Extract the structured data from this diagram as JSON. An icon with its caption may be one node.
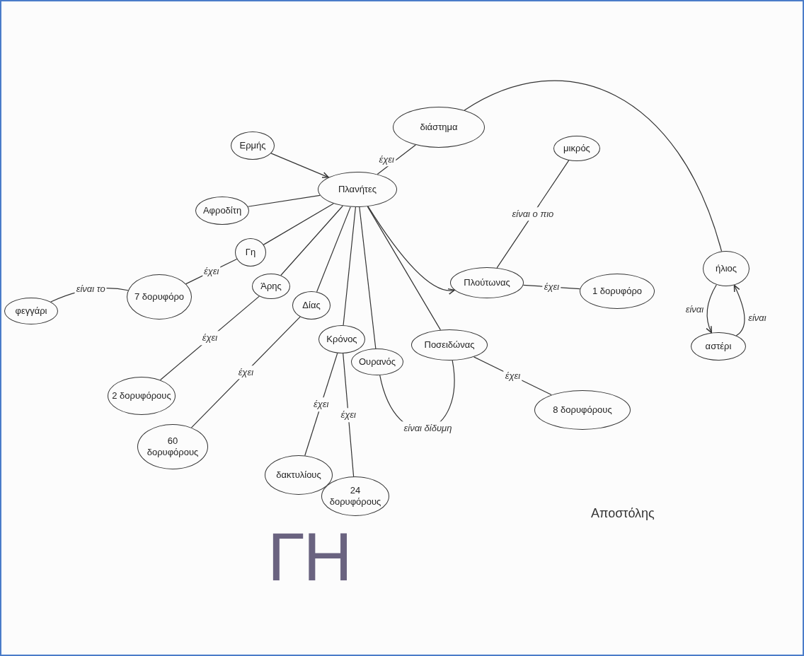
{
  "diagram": {
    "nodes": [
      {
        "text": [
          "διάστημα"
        ]
      },
      {
        "text": [
          "Πλανήτες"
        ]
      },
      {
        "text": [
          "Ερμής"
        ]
      },
      {
        "text": [
          "Αφροδίτη"
        ]
      },
      {
        "text": [
          "Γη"
        ]
      },
      {
        "text": [
          "7 δορυφόρο"
        ]
      },
      {
        "text": [
          "φεγγάρι"
        ]
      },
      {
        "text": [
          "Άρης"
        ]
      },
      {
        "text": [
          "Δίας"
        ]
      },
      {
        "text": [
          "2 δορυφόρους"
        ]
      },
      {
        "text": [
          "60 δορυφόρους"
        ]
      },
      {
        "text": [
          "Κρόνος"
        ]
      },
      {
        "text": [
          "Ουρανός"
        ]
      },
      {
        "text": [
          "Ποσειδώνας"
        ]
      },
      {
        "text": [
          "δακτυλίους"
        ]
      },
      {
        "text": [
          "24 δορυφόρους"
        ]
      },
      {
        "text": [
          "8 δορυφόρους"
        ]
      },
      {
        "text": [
          "Πλούτωνας"
        ]
      },
      {
        "text": [
          "μικρός"
        ]
      },
      {
        "text": [
          "1 δορυφόρο"
        ]
      },
      {
        "text": [
          "ήλιος"
        ]
      },
      {
        "text": [
          "αστέρι"
        ]
      }
    ],
    "edges": [
      {
        "from": 1,
        "to": 0,
        "arrow": "none",
        "label": "έχει"
      },
      {
        "from": 0,
        "to": 20,
        "arrow": "none"
      },
      {
        "from": 2,
        "to": 1,
        "arrow": "to"
      },
      {
        "from": 3,
        "to": 1,
        "arrow": "none"
      },
      {
        "from": 4,
        "to": 1,
        "arrow": "none"
      },
      {
        "from": 4,
        "to": 5,
        "arrow": "none",
        "label": "έχει"
      },
      {
        "from": 5,
        "to": 6,
        "arrow": "none",
        "label": "είναι το"
      },
      {
        "from": 7,
        "to": 1,
        "arrow": "none"
      },
      {
        "from": 7,
        "to": 9,
        "arrow": "none",
        "label": "έχει"
      },
      {
        "from": 8,
        "to": 1,
        "arrow": "none"
      },
      {
        "from": 8,
        "to": 10,
        "arrow": "none",
        "label": "έχει"
      },
      {
        "from": 11,
        "to": 1,
        "arrow": "none"
      },
      {
        "from": 11,
        "to": 14,
        "arrow": "none",
        "label": "έχει"
      },
      {
        "from": 11,
        "to": 15,
        "arrow": "none",
        "label": "έχει"
      },
      {
        "from": 12,
        "to": 1,
        "arrow": "none"
      },
      {
        "from": 13,
        "to": 1,
        "arrow": "none"
      },
      {
        "from": 13,
        "to": 16,
        "arrow": "none",
        "label": "έχει"
      },
      {
        "from": 13,
        "to": 12,
        "arrow": "none",
        "label": "είναι δίδυμη"
      },
      {
        "from": 1,
        "to": 17,
        "arrow": "to"
      },
      {
        "from": 17,
        "to": 18,
        "arrow": "none",
        "label": "είναι ο πιο"
      },
      {
        "from": 17,
        "to": 19,
        "arrow": "none",
        "label": "έχει"
      },
      {
        "from": 20,
        "to": 21,
        "arrow": "to",
        "label": "είναι"
      },
      {
        "from": 21,
        "to": 20,
        "arrow": "to",
        "label": "είναι"
      }
    ],
    "labels": [
      "Αποστόλης",
      "ΓΗ"
    ]
  }
}
